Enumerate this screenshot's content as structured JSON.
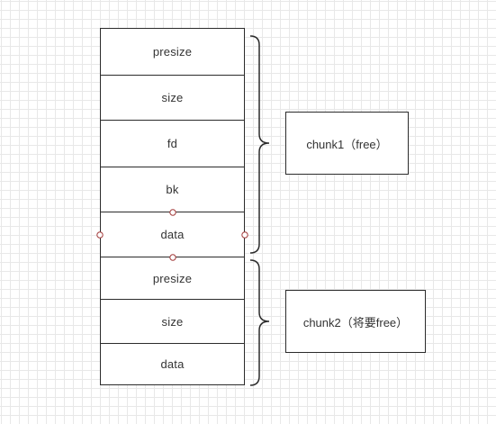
{
  "chunk1": {
    "fields": [
      "presize",
      "size",
      "fd",
      "bk",
      "data"
    ],
    "label": "chunk1（free）"
  },
  "chunk2": {
    "fields": [
      "presize",
      "size",
      "data"
    ],
    "label": "chunk2（将要free）"
  },
  "colors": {
    "line": "#2b2b2b",
    "grid": "#e8e8e8",
    "handle": "#a33a3a"
  }
}
